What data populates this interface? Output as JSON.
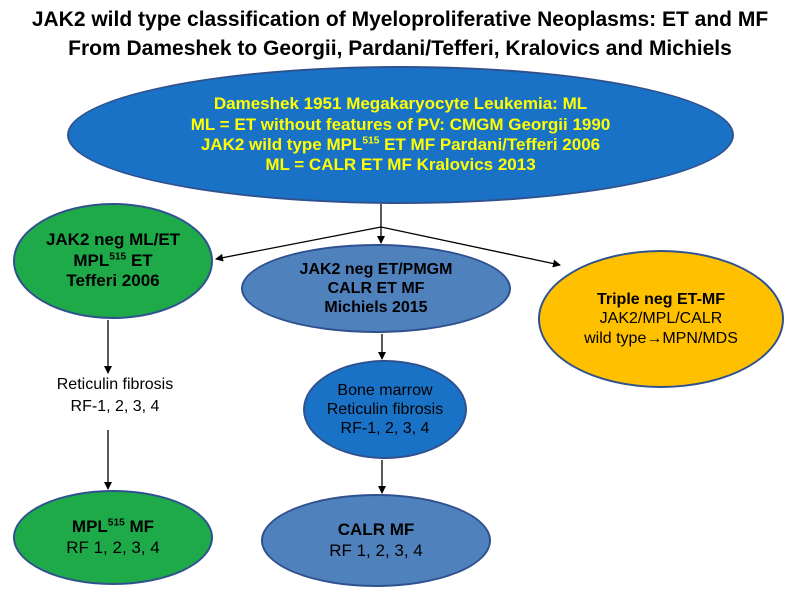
{
  "title": {
    "line1": "JAK2 wild type classification of Myeloproliferative Neoplasms: ET and MF",
    "line2": "From Dameshek to Georgii, Pardani/Tefferi, Kralovics  and Michiels"
  },
  "top_node": {
    "line1": "Dameshek 1951 Megakaryocyte Leukemia: ML",
    "line2": "ML =  ET without features of PV: CMGM Georgii 1990",
    "line3_a": "JAK2 wild type MPL",
    "line3_sup": "515",
    "line3_b": " ET MF Pardani/Tefferi 2006",
    "line4": "ML = CALR ET MF Kralovics 2013"
  },
  "left_node": {
    "line1": "JAK2 neg ML/ET",
    "line2_a": "MPL",
    "line2_sup": "515",
    "line2_b": " ET",
    "line3": "Tefferi 2006"
  },
  "mid_node": {
    "line1": "JAK2 neg ET/PMGM",
    "line2": "CALR ET MF",
    "line3": "Michiels 2015"
  },
  "right_node": {
    "line1": "Triple neg ET-MF",
    "line2": "JAK2/MPL/CALR",
    "line3_a": "wild type",
    "line3_arrow": "→",
    "line3_b": "MPN/MDS"
  },
  "left_fibrosis": {
    "line1": "Reticulin fibrosis",
    "line2": "RF-1, 2, 3, 4"
  },
  "marrow_node": {
    "line1": "Bone marrow",
    "line2": "Reticulin fibrosis",
    "line3": "RF-1, 2, 3, 4"
  },
  "mpl_mf_node": {
    "line1_a": "MPL",
    "line1_sup": "515",
    "line1_b": " MF",
    "line2": "RF 1, 2, 3, 4"
  },
  "calr_mf_node": {
    "line1": "CALR MF",
    "line2": "RF 1, 2, 3, 4"
  },
  "colors": {
    "dark_blue": "#1a72c6",
    "steel_blue": "#4f81bd",
    "green": "#1faa4a",
    "orange": "#ffc000",
    "yellow_text": "#ffff00"
  }
}
